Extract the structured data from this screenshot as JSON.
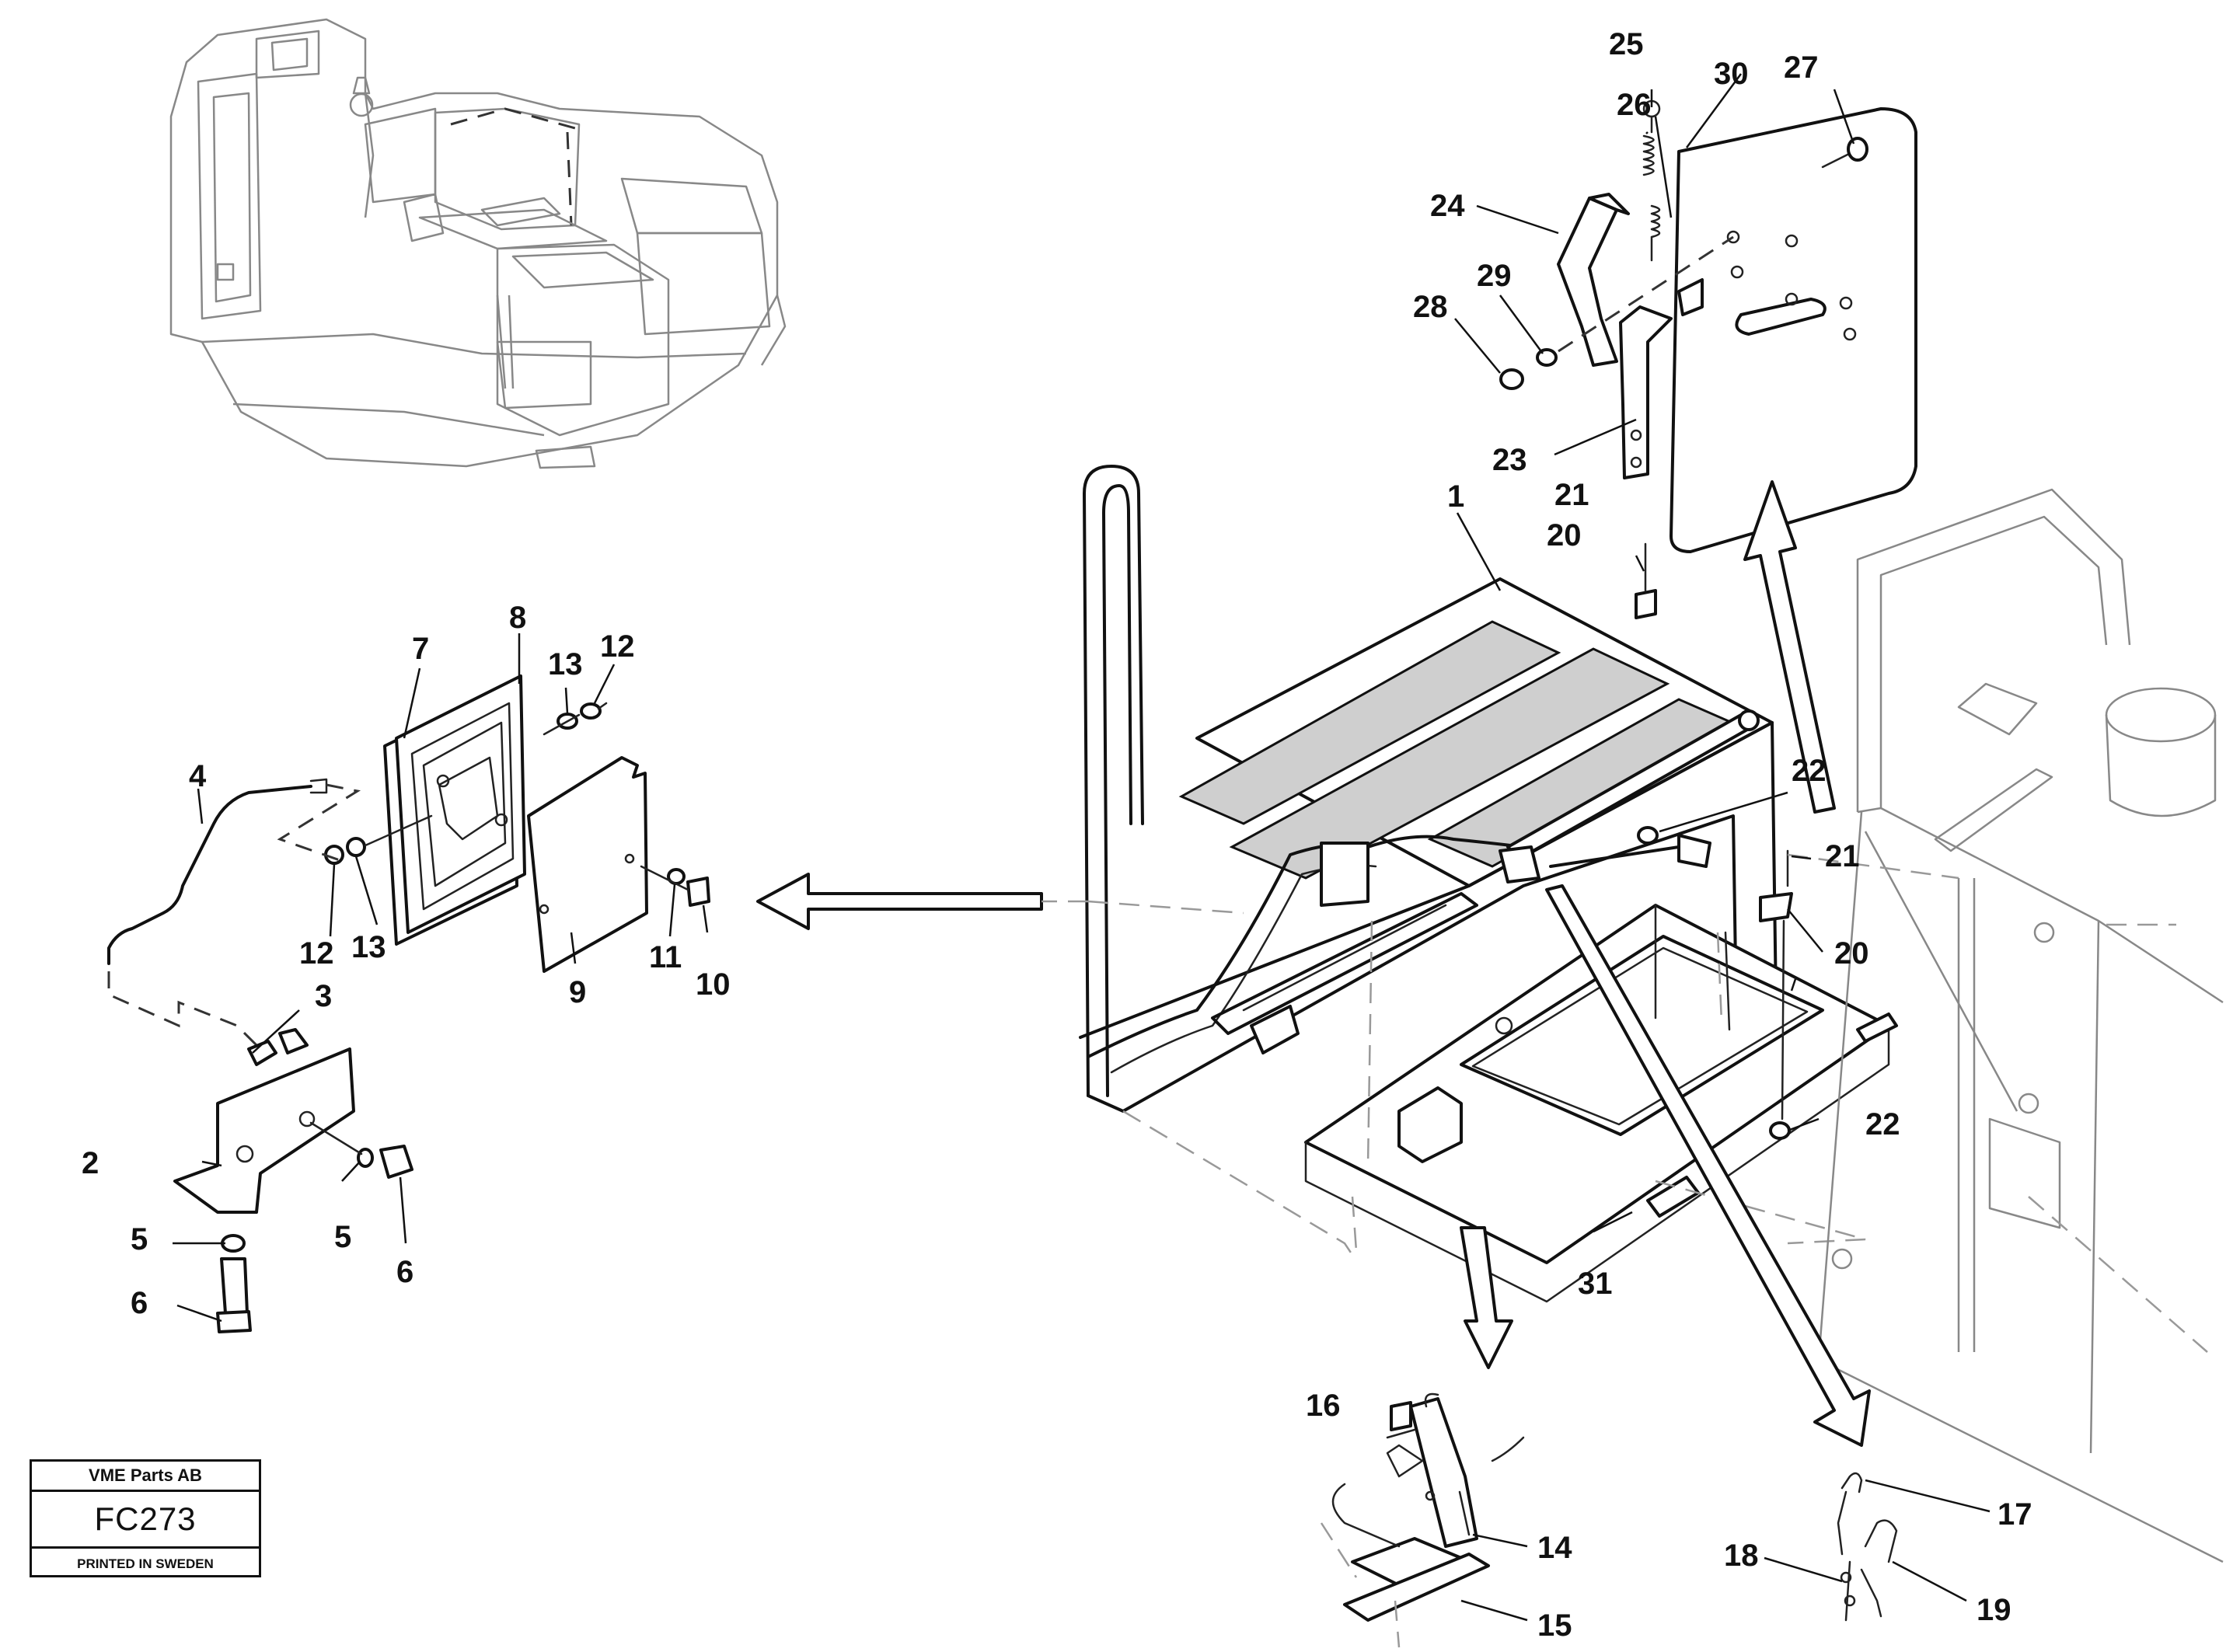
{
  "stamp": {
    "company": "VME Parts AB",
    "code": "FC273",
    "printed": "PRINTED IN SWEDEN"
  },
  "labels": [
    {
      "id": "1",
      "text": "1"
    },
    {
      "id": "2",
      "text": "2"
    },
    {
      "id": "3",
      "text": "3"
    },
    {
      "id": "4",
      "text": "4"
    },
    {
      "id": "5a",
      "text": "5"
    },
    {
      "id": "5b",
      "text": "5"
    },
    {
      "id": "6a",
      "text": "6"
    },
    {
      "id": "6b",
      "text": "6"
    },
    {
      "id": "7",
      "text": "7"
    },
    {
      "id": "8",
      "text": "8"
    },
    {
      "id": "9",
      "text": "9"
    },
    {
      "id": "10",
      "text": "10"
    },
    {
      "id": "11",
      "text": "11"
    },
    {
      "id": "12a",
      "text": "12"
    },
    {
      "id": "12b",
      "text": "12"
    },
    {
      "id": "13a",
      "text": "13"
    },
    {
      "id": "13b",
      "text": "13"
    },
    {
      "id": "14",
      "text": "14"
    },
    {
      "id": "15",
      "text": "15"
    },
    {
      "id": "16",
      "text": "16"
    },
    {
      "id": "17",
      "text": "17"
    },
    {
      "id": "18",
      "text": "18"
    },
    {
      "id": "19",
      "text": "19"
    },
    {
      "id": "20a",
      "text": "20"
    },
    {
      "id": "20b",
      "text": "20"
    },
    {
      "id": "21a",
      "text": "21"
    },
    {
      "id": "21b",
      "text": "21"
    },
    {
      "id": "22a",
      "text": "22"
    },
    {
      "id": "22b",
      "text": "22"
    },
    {
      "id": "23",
      "text": "23"
    },
    {
      "id": "24",
      "text": "24"
    },
    {
      "id": "25",
      "text": "25"
    },
    {
      "id": "26",
      "text": "26"
    },
    {
      "id": "27",
      "text": "27"
    },
    {
      "id": "28",
      "text": "28"
    },
    {
      "id": "29",
      "text": "29"
    },
    {
      "id": "30",
      "text": "30"
    },
    {
      "id": "31",
      "text": "31"
    }
  ]
}
